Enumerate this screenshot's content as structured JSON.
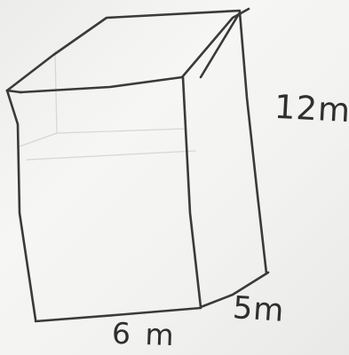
{
  "diagram": {
    "type": "rectangular-prism-sketch",
    "labels": {
      "height": "12m",
      "length": "6 m",
      "width": "5m"
    }
  }
}
